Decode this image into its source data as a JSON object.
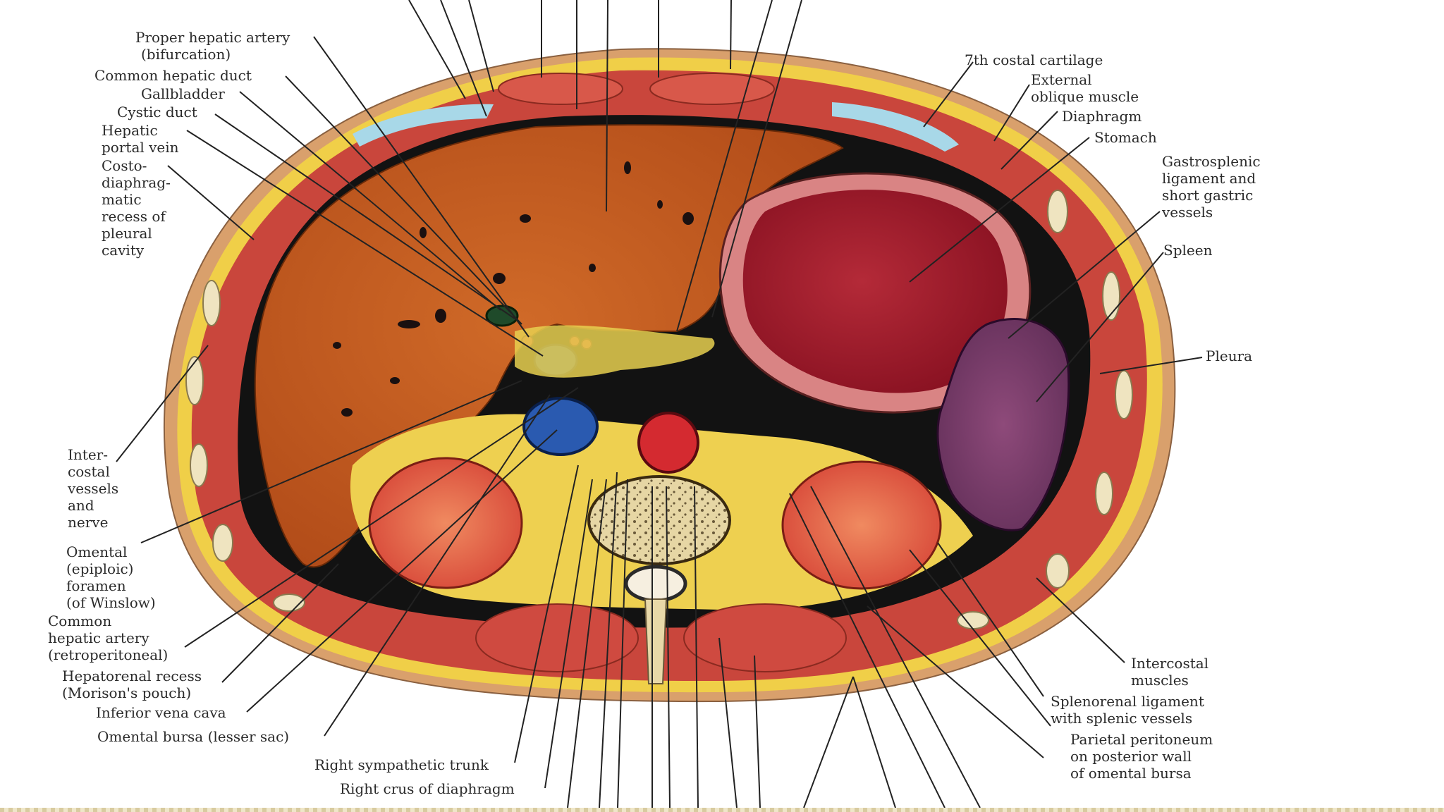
{
  "labels": {
    "proper_hepatic_artery": "Proper hepatic artery",
    "bifurcation": "(bifurcation)",
    "common_hepatic_duct": "Common hepatic duct",
    "gallbladder": "Gallbladder",
    "cystic_duct": "Cystic duct",
    "hepatic_portal_vein": [
      "Hepatic",
      "portal vein"
    ],
    "costodiaphragmatic_recess": [
      "Costo-",
      "diaphrag-",
      "matic",
      "recess of",
      "pleural",
      "cavity"
    ],
    "intercostal_vessels_nerve": [
      "Inter-",
      "costal",
      "vessels",
      "and",
      "nerve"
    ],
    "omental_foramen": [
      "Omental",
      "(epiploic)",
      "foramen",
      "(of Winslow)"
    ],
    "common_hepatic_artery": [
      "Common",
      "hepatic artery",
      "(retroperitoneal)"
    ],
    "hepatorenal_recess": [
      "Hepatorenal recess",
      "(Morison's pouch)"
    ],
    "inferior_vena_cava": "Inferior vena cava",
    "omental_bursa": "Omental bursa (lesser sac)",
    "right_sympathetic_trunk": "Right sympathetic trunk",
    "right_crus": "Right crus of diaphragm",
    "seventh_costal_cartilage": "7th costal cartilage",
    "external_oblique": [
      "External",
      "oblique muscle"
    ],
    "diaphragm": "Diaphragm",
    "stomach": "Stomach",
    "gastrosplenic_ligament": [
      "Gastrosplenic",
      "ligament and",
      "short gastric",
      "vessels"
    ],
    "spleen": "Spleen",
    "pleura": "Pleura",
    "intercostal_muscles": [
      "Intercostal",
      "muscles"
    ],
    "splenorenal_ligament": [
      "Splenorenal ligament",
      "with splenic vessels"
    ],
    "parietal_peritoneum": [
      "Parietal peritoneum",
      "on posterior wall",
      "of omental bursa"
    ]
  },
  "colors": {
    "skin": "#d8a070",
    "fat": "#f2d24a",
    "muscle": "#c8443a",
    "liver": "#c4581e",
    "stomach_wall": "#d48080",
    "stomach_lumen": "#a02030",
    "spleen": "#7a3a6a",
    "kidney": "#e85a48",
    "ivc": "#2a5ab0",
    "aorta": "#d02830",
    "vertebra": "#e8d8a8",
    "cavity": "#101010",
    "cartilage": "#a8d8e8"
  }
}
